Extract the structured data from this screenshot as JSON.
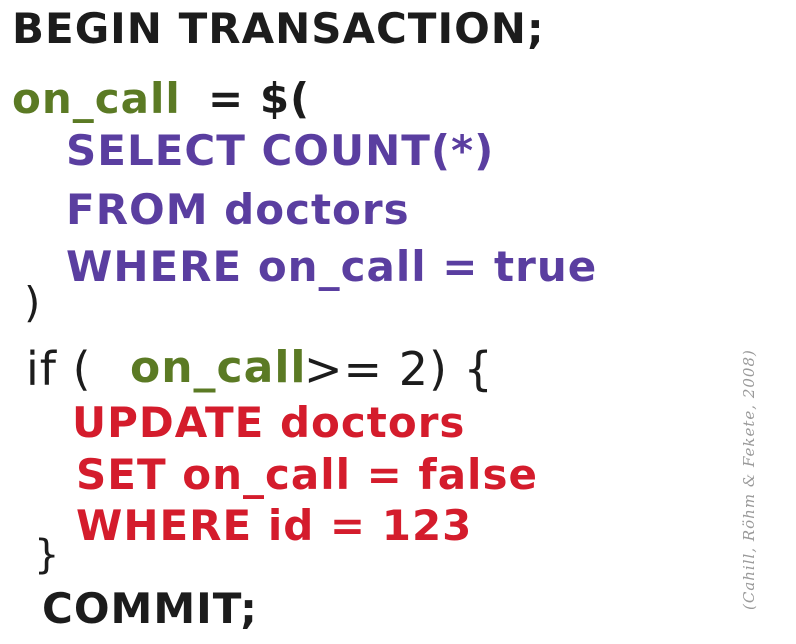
{
  "colors": {
    "dark": "#1c1c1c",
    "olive": "#5b7a24",
    "purple": "#5a3ea0",
    "red": "#d41c2c",
    "grey": "#9a9a9a"
  },
  "code": {
    "begin": "BEGIN TRANSACTION;",
    "oncall_var": "on_call",
    "assign": "= $(",
    "select": "SELECT COUNT(*)",
    "from": "FROM doctors",
    "where_oncall": "WHERE on_call = true",
    "close_paren": ")",
    "if_keyword": "if (",
    "if_var": "on_call",
    "if_rest": ">= 2) {",
    "update": "UPDATE doctors",
    "set": "SET on_call = false",
    "where_id": "WHERE id = 123",
    "close_brace": "}",
    "commit": "COMMIT;"
  },
  "citation": "(Cahill, Röhm & Fekete, 2008)"
}
